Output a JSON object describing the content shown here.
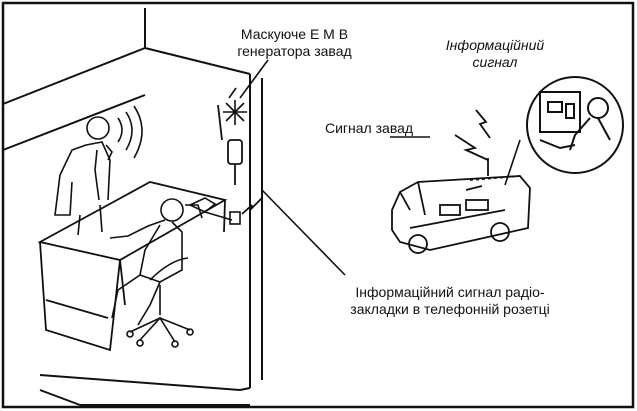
{
  "labels": {
    "masking_line1": "Маскуюче  Е М В",
    "masking_line2": "генератора завад",
    "info_line1": "Інформаційний",
    "info_line2": "сигнал",
    "noise_signal": "Сигнал завад",
    "bug_line1": "Інформаційний сигнал радіо-",
    "bug_line2": "закладки  в телефонній розетці"
  },
  "colors": {
    "ink": "#111111",
    "background": "#ffffff"
  },
  "icons": {
    "generator": "noise-generator-icon",
    "spark": "spark-icon",
    "lightning": "lightning-icon",
    "van": "surveillance-van-icon"
  }
}
